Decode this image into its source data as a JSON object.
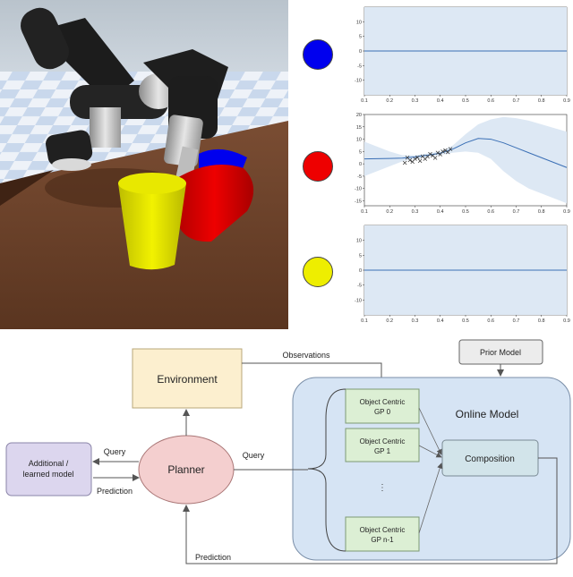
{
  "colors": {
    "blue": "#0000ee",
    "red": "#ee0000",
    "yellow": "#eeee00",
    "gp_line": "#3a6fb5",
    "gp_band": "#dde8f4",
    "environment_fill": "#fcefcf",
    "online_model_fill": "#d6e4f4",
    "gp_box_fill": "#dcefd4",
    "composition_fill": "#d2e4ea",
    "planner_fill": "#f4cfcf",
    "additional_fill": "#dcd6ee",
    "prior_fill": "#ececec"
  },
  "object_markers": [
    {
      "name": "blue-object-marker",
      "color": "#0000ee"
    },
    {
      "name": "red-object-marker",
      "color": "#ee0000"
    },
    {
      "name": "yellow-object-marker",
      "color": "#eeee00"
    }
  ],
  "chart_data": [
    {
      "type": "line",
      "x_ticks": [
        "0.1",
        "0.2",
        "0.3",
        "0.4",
        "0.5",
        "0.6",
        "0.7",
        "0.8",
        "0.9"
      ],
      "y_ticks": [
        "10",
        "5",
        "0",
        "-5",
        "-10"
      ],
      "xlim": [
        0.1,
        0.9
      ],
      "ylim": [
        -15,
        15
      ],
      "x": [
        0.1,
        0.9
      ],
      "mean": [
        0,
        0
      ],
      "band": [
        15,
        15
      ]
    },
    {
      "type": "line",
      "x_ticks": [
        "0.1",
        "0.2",
        "0.3",
        "0.4",
        "0.5",
        "0.6",
        "0.7",
        "0.8",
        "0.9"
      ],
      "y_ticks": [
        "20",
        "15",
        "10",
        "5",
        "0",
        "-5",
        "-10",
        "-15"
      ],
      "xlim": [
        0.1,
        0.9
      ],
      "ylim": [
        -17,
        20
      ],
      "x": [
        0.1,
        0.2,
        0.25,
        0.3,
        0.35,
        0.4,
        0.45,
        0.5,
        0.55,
        0.6,
        0.65,
        0.7,
        0.75,
        0.8,
        0.85,
        0.9
      ],
      "mean": [
        2.0,
        2.2,
        2.3,
        2.8,
        3.5,
        4.3,
        6.0,
        8.5,
        10.3,
        10.0,
        8.5,
        6.5,
        4.5,
        2.5,
        0.5,
        -1.5
      ],
      "upper": [
        9.0,
        5.0,
        3.5,
        3.5,
        4.2,
        5.0,
        7.5,
        12.0,
        16.0,
        18.0,
        19.0,
        18.5,
        17.5,
        16.0,
        14.5,
        13.0
      ],
      "lower": [
        -5.0,
        -1.0,
        1.0,
        2.0,
        2.8,
        3.6,
        4.5,
        5.0,
        4.5,
        2.0,
        -3.0,
        -7.0,
        -10.0,
        -12.0,
        -14.0,
        -16.0
      ],
      "points": [
        [
          0.26,
          0.4
        ],
        [
          0.27,
          2.5
        ],
        [
          0.28,
          1.5
        ],
        [
          0.29,
          0.8
        ],
        [
          0.3,
          2.0
        ],
        [
          0.31,
          2.6
        ],
        [
          0.32,
          1.2
        ],
        [
          0.33,
          3.0
        ],
        [
          0.34,
          2.0
        ],
        [
          0.35,
          2.9
        ],
        [
          0.36,
          4.0
        ],
        [
          0.37,
          3.3
        ],
        [
          0.38,
          2.4
        ],
        [
          0.39,
          4.5
        ],
        [
          0.4,
          3.8
        ],
        [
          0.41,
          5.0
        ],
        [
          0.42,
          5.5
        ],
        [
          0.43,
          4.7
        ],
        [
          0.44,
          6.0
        ]
      ]
    },
    {
      "type": "line",
      "x_ticks": [
        "0.1",
        "0.2",
        "0.3",
        "0.4",
        "0.5",
        "0.6",
        "0.7",
        "0.8",
        "0.9"
      ],
      "y_ticks": [
        "10",
        "5",
        "0",
        "-5",
        "-10"
      ],
      "xlim": [
        0.1,
        0.9
      ],
      "ylim": [
        -15,
        15
      ],
      "x": [
        0.1,
        0.9
      ],
      "mean": [
        0,
        0
      ],
      "band": [
        15,
        15
      ]
    }
  ],
  "diagram": {
    "observations_label": "Observations",
    "prior_model": "Prior Model",
    "environment": "Environment",
    "online_model": "Online Model",
    "gp0": [
      "Object Centric",
      "GP 0"
    ],
    "gp1": [
      "Object Centric",
      "GP 1"
    ],
    "gpn": [
      "Object Centric",
      "GP n-1"
    ],
    "ellipsis": "⋮",
    "composition": "Composition",
    "planner": "Planner",
    "query_right": "Query",
    "query_left": "Query",
    "prediction_left": "Prediction",
    "prediction_bottom": "Prediction",
    "additional": [
      "Additional /",
      "learned model"
    ]
  }
}
